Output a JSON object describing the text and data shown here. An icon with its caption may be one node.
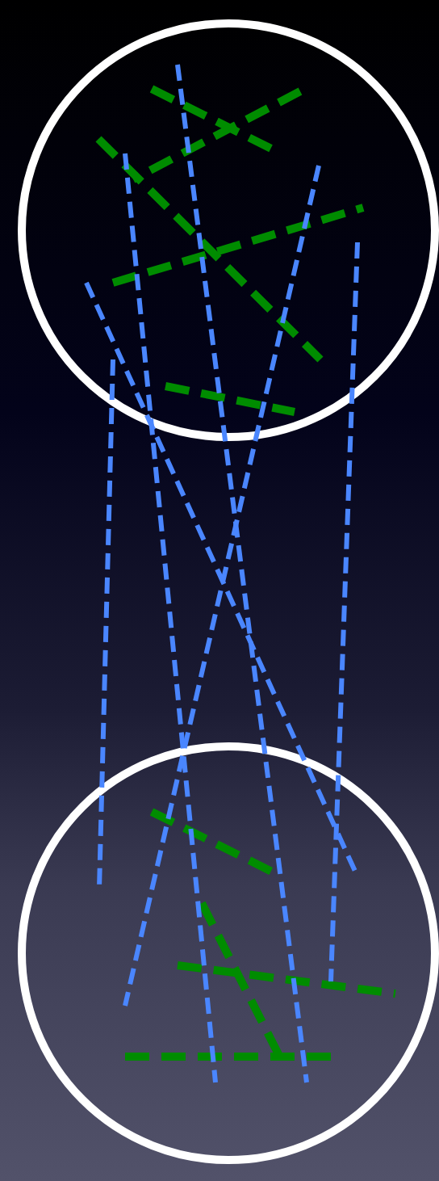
{
  "diagram": {
    "nodes": [
      {
        "text": [],
        "shape": "circle"
      },
      {
        "text": [],
        "shape": "circle"
      }
    ],
    "edges": [
      {
        "from": 0,
        "to": 1,
        "arrow": "none",
        "style": "dashed"
      },
      {
        "from": 0,
        "to": 1,
        "arrow": "none",
        "style": "dashed"
      },
      {
        "from": 0,
        "to": 1,
        "arrow": "none",
        "style": "dashed"
      },
      {
        "from": 0,
        "to": 1,
        "arrow": "none",
        "style": "dashed"
      },
      {
        "from": 0,
        "to": 1,
        "arrow": "none",
        "style": "dashed"
      },
      {
        "from": 0,
        "to": 1,
        "arrow": "none",
        "style": "dashed"
      }
    ]
  }
}
